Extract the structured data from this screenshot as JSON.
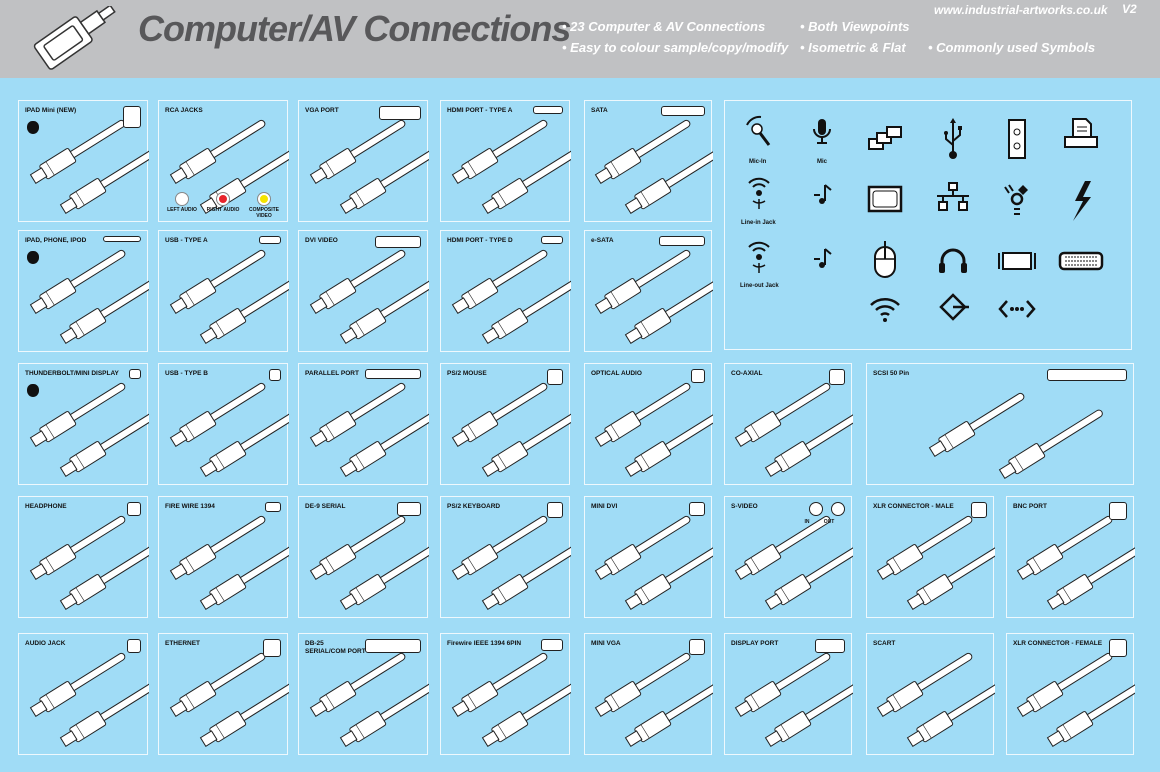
{
  "header": {
    "title": "Computer/AV Connections",
    "bullets": [
      "• 23 Computer & AV Connections",
      "• Easy to colour sample/copy/modify",
      "• Both Viewpoints",
      "• Isometric  & Flat",
      "• Commonly used Symbols"
    ],
    "url": "www.industrial-artworks.co.uk",
    "version": "V2"
  },
  "panels": [
    {
      "title": "IPAD Mini (NEW)"
    },
    {
      "title": "RCA JACKS"
    },
    {
      "title": "VGA PORT"
    },
    {
      "title": "HDMI PORT - TYPE A"
    },
    {
      "title": "SATA"
    },
    {
      "title": "IPAD, PHONE, IPOD"
    },
    {
      "title": "USB - TYPE A"
    },
    {
      "title": "DVI VIDEO"
    },
    {
      "title": "HDMI PORT - TYPE D"
    },
    {
      "title": "e-SATA"
    },
    {
      "title": "THUNDERBOLT/MINI DISPLAY"
    },
    {
      "title": "USB - TYPE B"
    },
    {
      "title": "PARALLEL PORT"
    },
    {
      "title": "PS/2 MOUSE"
    },
    {
      "title": "OPTICAL AUDIO"
    },
    {
      "title": "CO-AXIAL"
    },
    {
      "title": "SCSI 50 Pin"
    },
    {
      "title": "HEADPHONE"
    },
    {
      "title": "FIRE WIRE 1394"
    },
    {
      "title": "DE-9 SERIAL"
    },
    {
      "title": "PS/2 KEYBOARD"
    },
    {
      "title": "MINI DVI"
    },
    {
      "title": "S-VIDEO"
    },
    {
      "title": "XLR CONNECTOR - MALE"
    },
    {
      "title": "BNC PORT"
    },
    {
      "title": "AUDIO JACK"
    },
    {
      "title": "ETHERNET"
    },
    {
      "title": "DB-25",
      "title2": "SERIAL/COM PORT"
    },
    {
      "title": "Firewire IEEE 1394 6PIN"
    },
    {
      "title": "MINI VGA"
    },
    {
      "title": "DISPLAY PORT"
    },
    {
      "title": "SCART"
    },
    {
      "title": "XLR CONNECTOR - FEMALE"
    }
  ],
  "rca_labels": [
    {
      "text": "LEFT AUDIO",
      "color": "#ffffff"
    },
    {
      "text": "RIGHT AUDIO",
      "color": "#e8242b"
    },
    {
      "text": "COMPOSITE VIDEO",
      "color": "#f5e400"
    }
  ],
  "svideo_labels": [
    "IN",
    "OUT"
  ],
  "symbols": {
    "labels": [
      "Mic-In",
      "Mic",
      "Line-in Jack",
      "Line-out Jack"
    ],
    "icons": [
      "mic-in-icon",
      "mic-icon",
      "windows-icon",
      "usb-icon",
      "speaker-icon",
      "printer-icon",
      "line-in-icon",
      "music-in-icon",
      "monitor-icon",
      "network-icon",
      "firewire-icon",
      "thunderbolt-icon",
      "line-out-icon",
      "music-out-icon",
      "mouse-icon",
      "headphones-icon",
      "display-icon",
      "keyboard-icon",
      "wifi-icon",
      "input-icon",
      "ethernet-dots-icon"
    ]
  },
  "colors": {
    "background": "#a0dcf6",
    "header": "#c0c1c3",
    "title": "#58585a"
  }
}
